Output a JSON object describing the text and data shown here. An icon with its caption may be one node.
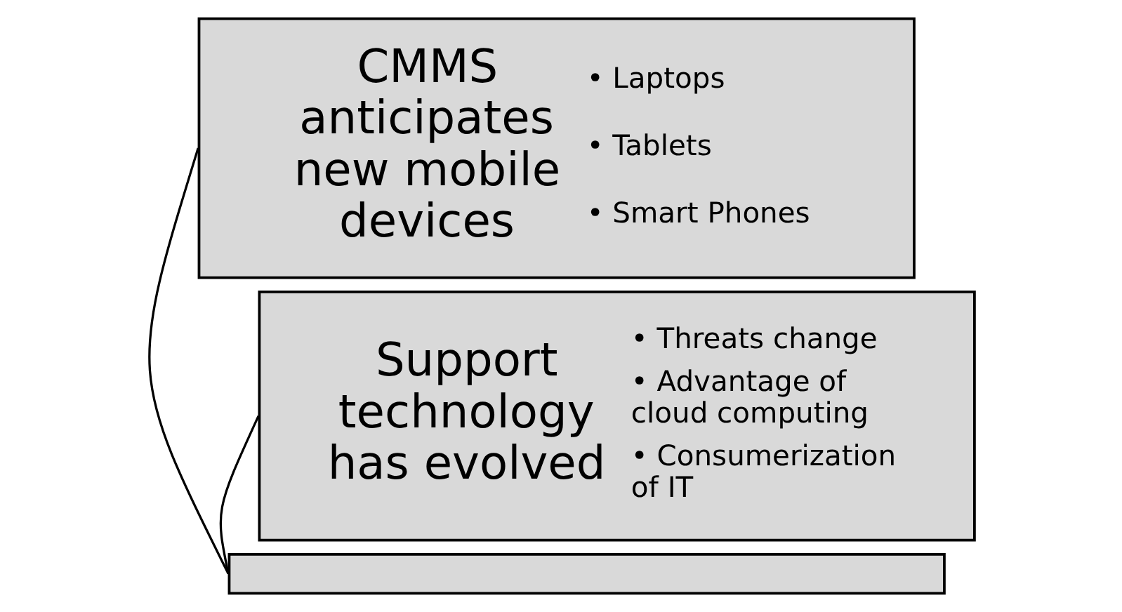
{
  "diagram": {
    "nodes": [
      {
        "text": [
          "CMMS anticipates new mobile devices",
          "• Laptops",
          "• Tablets",
          "• Smart Phones"
        ]
      },
      {
        "text": [
          "Support technology has evolved",
          "• Threats change",
          "• Advantage of cloud computing",
          "• Consumerization of IT"
        ]
      },
      {
        "text": [],
        "shape": "box"
      }
    ],
    "edges": [
      {
        "from": 0,
        "to": 2,
        "arrow": "none"
      },
      {
        "from": 1,
        "to": 2,
        "arrow": "none"
      }
    ]
  }
}
